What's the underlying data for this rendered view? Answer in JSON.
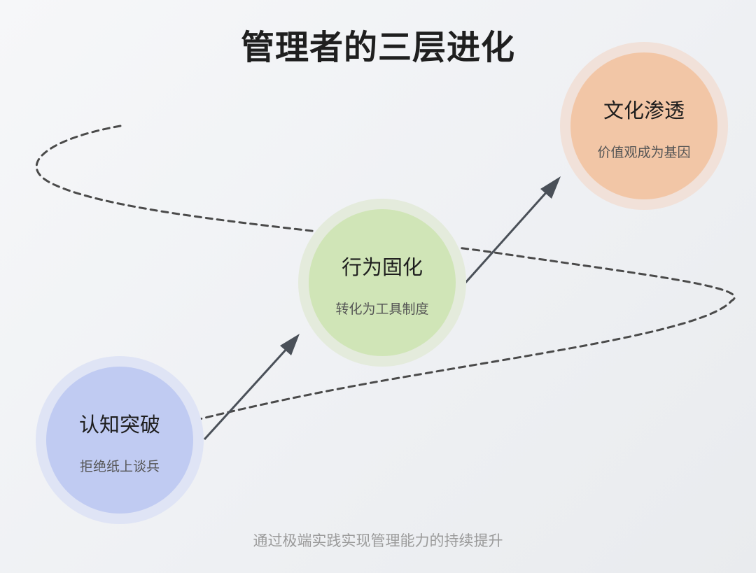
{
  "title": "管理者的三层进化",
  "stages": [
    {
      "title": "认知突破",
      "subtitle": "拒绝纸上谈兵",
      "color": "#c0cbf2",
      "halo_color": "#dfe4f5"
    },
    {
      "title": "行为固化",
      "subtitle": "转化为工具制度",
      "color": "#d0e5b7",
      "halo_color": "#e4ebdc"
    },
    {
      "title": "文化渗透",
      "subtitle": "价值观成为基因",
      "color": "#f2c6a6",
      "halo_color": "#f1e1d9"
    }
  ],
  "footer": "通过极端实践实现管理能力的持续提升",
  "colors": {
    "title": "#1f1f1f",
    "arrow": "#4a5058",
    "dashed_path": "#4a4a4a",
    "footer": "#9a9a9a"
  },
  "icons": [
    "arrow-icon",
    "dashed-curve"
  ]
}
